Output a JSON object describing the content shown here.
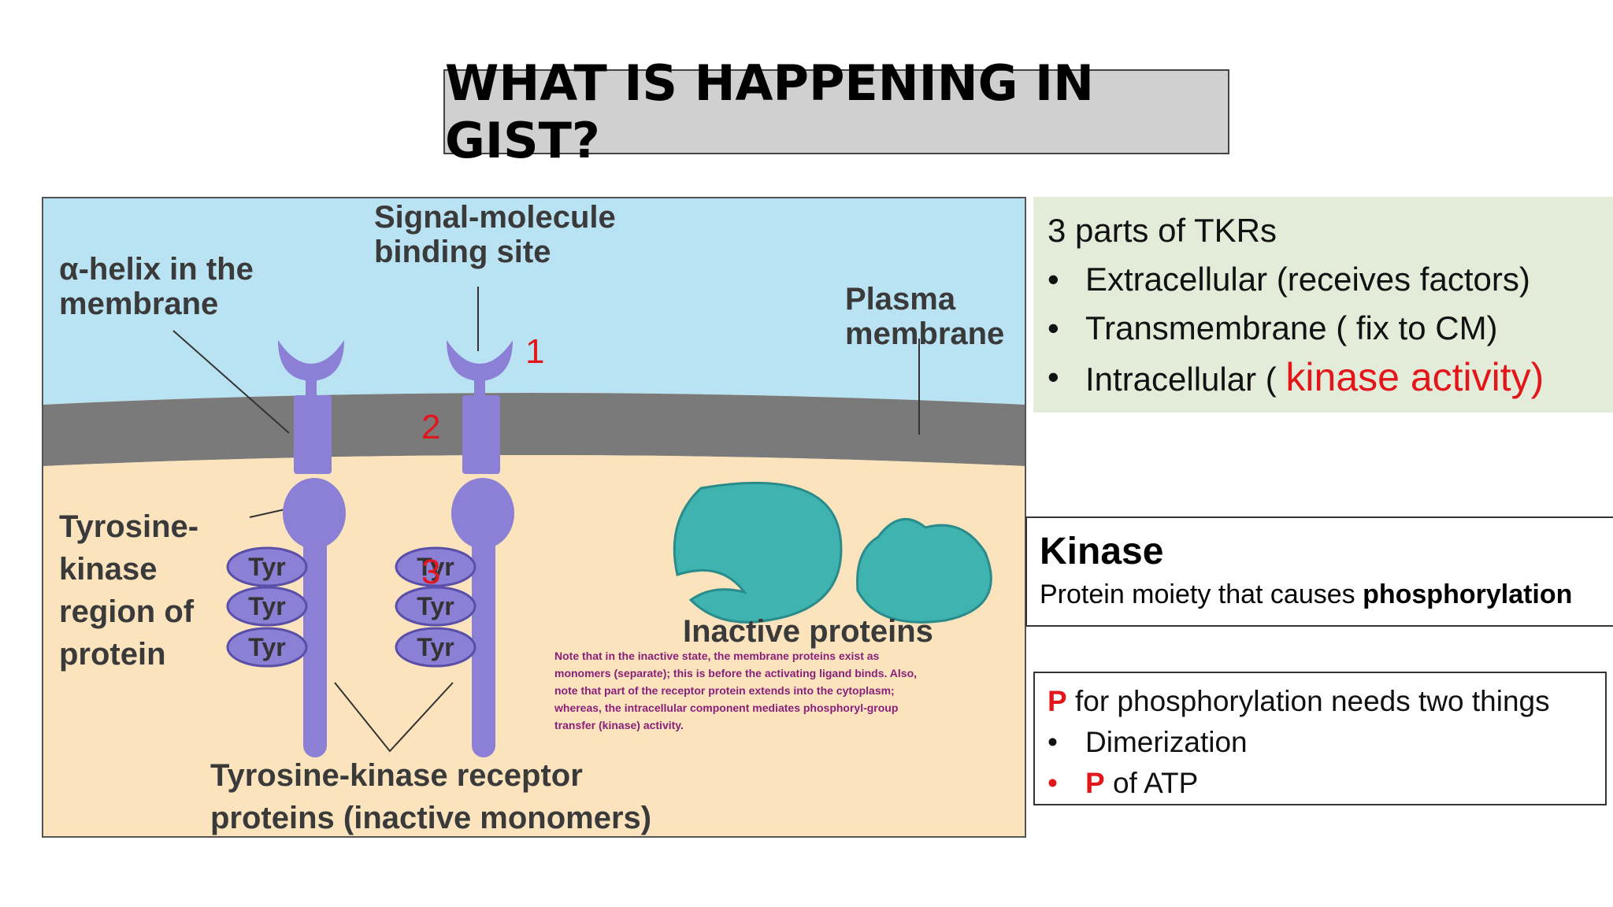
{
  "slide": {
    "title": "WHAT IS HAPPENING IN GIST?"
  },
  "figure": {
    "labels": {
      "signal_site_line1": "Signal-molecule",
      "signal_site_line2": "binding site",
      "alpha_helix_line1": "α-helix in the",
      "alpha_helix_line2": "membrane",
      "plasma_line1": "Plasma",
      "plasma_line2": "membrane",
      "tk_region_line1": "Tyrosine-",
      "tk_region_line2": "kinase",
      "tk_region_line3": "region of",
      "tk_region_line4": "protein",
      "inactive_proteins": "Inactive proteins",
      "receptor_line1": "Tyrosine-kinase receptor",
      "receptor_line2": "proteins (inactive monomers)",
      "tyr": "Tyr"
    },
    "numbers": {
      "one": "1",
      "two": "2",
      "three": "3"
    },
    "note": "Note that in the inactive state, the membrane proteins exist as monomers (separate); this is before the activating ligand binds. Also, note that part of the receptor protein extends into the cytoplasm; whereas, the intracellular component mediates phosphoryl-group transfer (kinase) activity.",
    "colors": {
      "extracellular": "#b9e3f2",
      "membrane": "#7a7a7a",
      "cytoplasm": "#fbe4bd",
      "receptor": "#8b7fd6",
      "inactive_protein": "#3fb3b0",
      "number_red": "#e3161b"
    }
  },
  "tkr_parts": {
    "heading": "3 parts of TKRs",
    "items": [
      {
        "text": "Extracellular (receives factors)"
      },
      {
        "text": "Transmembrane ( fix to CM)"
      },
      {
        "prefix": "Intracellular ( ",
        "highlight": "kinase activity)"
      }
    ],
    "bullet": "•"
  },
  "kinase": {
    "title": "Kinase",
    "text_prefix": "Protein moiety that causes ",
    "text_bold": "phosphorylation"
  },
  "phosphorylation": {
    "p_letter": "P",
    "line1_rest": " for phosphorylation needs two things",
    "item1": "Dimerization",
    "item2_rest": " of ATP",
    "bullet": "•"
  }
}
